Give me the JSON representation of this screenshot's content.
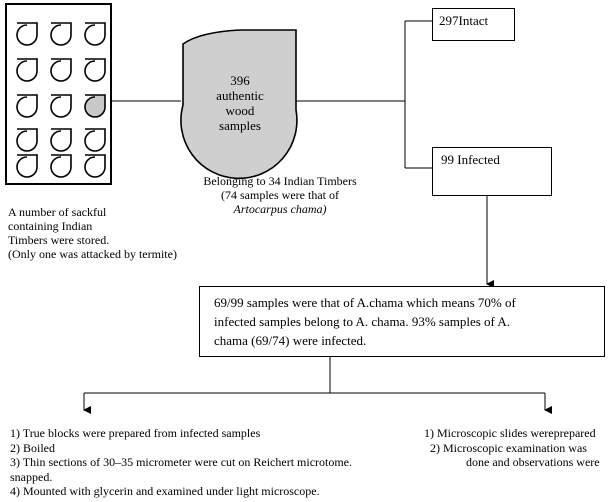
{
  "diagram": {
    "sack_panel": {
      "caption_lines": [
        "A number of sackful",
        "containing Indian",
        "Timbers were stored.",
        "(Only one was attacked by termite)"
      ]
    },
    "drop_node": {
      "lines": [
        "396",
        "authentic",
        "wood",
        "samples"
      ]
    },
    "drop_caption": {
      "lines": [
        "Belonging to 34 Indian Timbers",
        "(74 samples were that of",
        "Artocarpus chama)"
      ]
    },
    "intact_box": {
      "label": "297Intact"
    },
    "infected_box": {
      "label": "99 Infected"
    },
    "summary_box": {
      "line1": "69/99 samples were that of A.chama which means 70% of",
      "line2": "infected samples belong to A. chama. 93% samples of A.",
      "line3": "chama (69/74) were infected."
    },
    "left_steps": [
      "1) True blocks were prepared from infected samples",
      "2) Boiled",
      "3) Thin sections of 30–35 micrometer were cut on Reichert microtome.",
      "snapped.",
      "4) Mounted with glycerin and examined under light microscope."
    ],
    "right_steps": [
      "1) Microscopic slides wereprepared",
      "2) Microscopic examination was",
      "done and observations were"
    ],
    "colors": {
      "line": "#000000",
      "drop_fill": "#cfcfcf",
      "highlight_drop": "#c8c8c8"
    }
  }
}
